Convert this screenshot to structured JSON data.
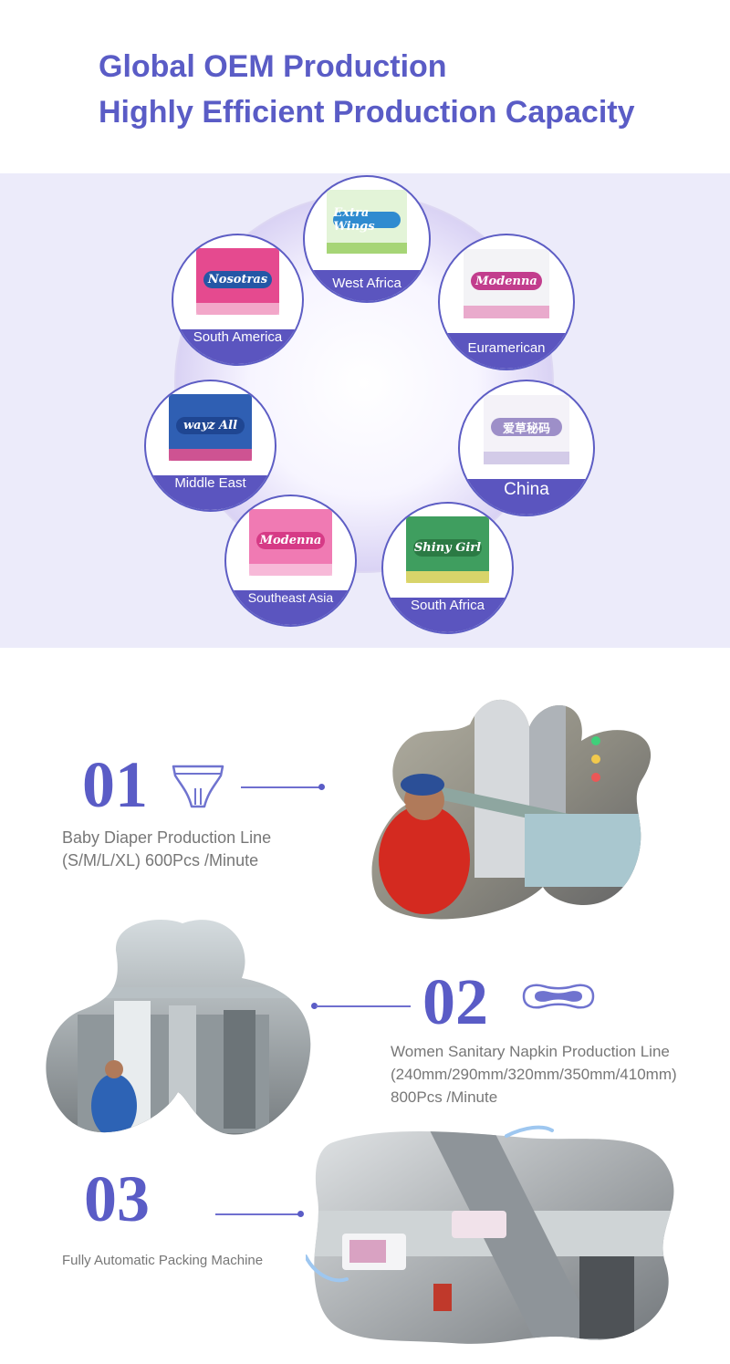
{
  "header": {
    "title_line1": "Global OEM  Production",
    "title_line2": "Highly Efficient Production Capacity"
  },
  "markets": [
    {
      "label": "West Africa",
      "brand": "Extra Wings"
    },
    {
      "label": "Euramerican",
      "brand": "Modenna"
    },
    {
      "label": "China",
      "brand": "爱草秘码"
    },
    {
      "label": "South Africa",
      "brand": "Shiny Girl"
    },
    {
      "label": "Southeast Asia",
      "brand": "Modenna"
    },
    {
      "label": "Middle East",
      "brand": "wayz All"
    },
    {
      "label": "South America",
      "brand": "Nosotras"
    }
  ],
  "production_lines": [
    {
      "number": "01",
      "icon": "diaper-icon",
      "title": "Baby Diaper Production Line",
      "detail": "(S/M/L/XL) 600Pcs /Minute"
    },
    {
      "number": "02",
      "icon": "sanitary-pad-icon",
      "title": "Women Sanitary Napkin Production Line",
      "detail": "(240mm/290mm/320mm/350mm/410mm)",
      "speed": "800Pcs /Minute"
    },
    {
      "number": "03",
      "icon": "packing-machine-icon",
      "title": "Fully Automatic Packing Machine"
    }
  ],
  "colors": {
    "accent": "#5a5cc6",
    "band": "#5b55bf",
    "panel_bg": "#ecebfa"
  }
}
